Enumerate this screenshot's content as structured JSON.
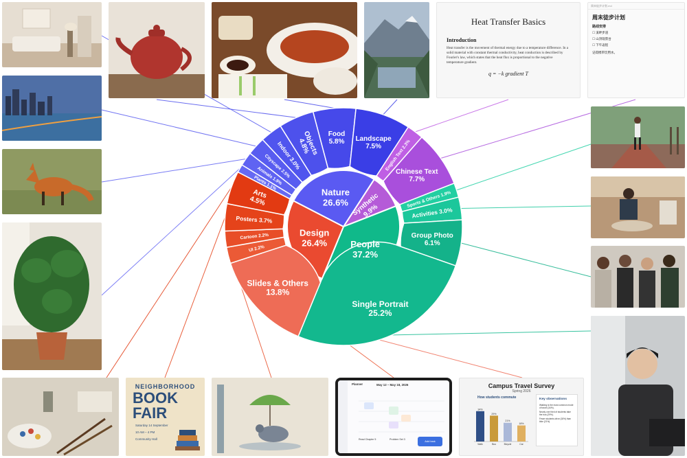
{
  "chart_data": {
    "type": "sunburst",
    "title": "",
    "inner": [
      {
        "name": "People",
        "value": 37.2,
        "color": "#10b98a"
      },
      {
        "name": "Design",
        "value": 26.4,
        "color": "#ea4a30"
      },
      {
        "name": "Nature",
        "value": 26.6,
        "color": "#5a5af2"
      },
      {
        "name": "Synthetic",
        "value": 9.9,
        "color": "#b55bd8"
      }
    ],
    "outer": [
      {
        "name": "Single Portrait",
        "value": 25.2,
        "parent": "People",
        "color": "#13b88e"
      },
      {
        "name": "Group Photo",
        "value": 6.1,
        "parent": "People",
        "color": "#14b28a"
      },
      {
        "name": "Activities",
        "value": 3.0,
        "parent": "People",
        "color": "#1cc79b"
      },
      {
        "name": "Sports & Others",
        "value": 1.9,
        "parent": "People",
        "color": "#22cfa2"
      },
      {
        "name": "Chinese Text",
        "value": 7.7,
        "parent": "Synthetic",
        "color": "#a94fdc"
      },
      {
        "name": "English Text",
        "value": 2.3,
        "parent": "Synthetic",
        "color": "#bf5fe4"
      },
      {
        "name": "Landscape",
        "value": 7.5,
        "parent": "Nature",
        "color": "#3a3ee6"
      },
      {
        "name": "Food",
        "value": 5.8,
        "parent": "Nature",
        "color": "#4649ea"
      },
      {
        "name": "Objects",
        "value": 4.8,
        "parent": "Nature",
        "color": "#4d51ec"
      },
      {
        "name": "Indoor",
        "value": 3.0,
        "parent": "Nature",
        "color": "#5055ee"
      },
      {
        "name": "Cityscape",
        "value": 2.5,
        "parent": "Nature",
        "color": "#585cf0"
      },
      {
        "name": "Animals",
        "value": 1.9,
        "parent": "Nature",
        "color": "#5f63f2"
      },
      {
        "name": "Plants",
        "value": 1.1,
        "parent": "Nature",
        "color": "#6669f3"
      },
      {
        "name": "Arts",
        "value": 4.5,
        "parent": "Design",
        "color": "#e23a12"
      },
      {
        "name": "Posters",
        "value": 3.7,
        "parent": "Design",
        "color": "#e5431a"
      },
      {
        "name": "Cartoon",
        "value": 2.2,
        "parent": "Design",
        "color": "#e84e28"
      },
      {
        "name": "UI",
        "value": 2.2,
        "parent": "Design",
        "color": "#eb5a36"
      },
      {
        "name": "Slides & Others",
        "value": 13.8,
        "parent": "Design",
        "color": "#ee6c56"
      }
    ]
  },
  "thumbs": {
    "doc": {
      "title": "Heat Transfer Basics",
      "section": "Introduction",
      "body": "Heat transfer is the movement of thermal energy due to a temperature difference. In a solid material with constant thermal conductivity, heat conduction is described by Fourier's law, which states that the heat flux is proportional to the negative temperature gradient.",
      "equation": "q = −k gradient T"
    },
    "note": {
      "bar": "周末徒步计划.md",
      "title": "周末徒步计划",
      "subtitle": "路线安排",
      "items": [
        "溪畔步道",
        "山顶观景台",
        "下午返程"
      ],
      "footer": "记得携带饮用水。"
    },
    "fair": {
      "neighborhood": "NEIGHBORHOOD",
      "book": "BOOK",
      "fair": "FAIR",
      "date": "Saturday 14 September",
      "time": "10 AM – 4 PM",
      "place": "Community Hall"
    },
    "survey": {
      "title": "Campus Travel Survey",
      "subtitle": "Spring 2026",
      "chart_title": "How students commute",
      "obs_title": "Key observations",
      "obs": [
        "Walking is the most common mode of travel (34%).",
        "Nearly one third of students take the bus (29%).",
        "Fewer students drive (18%) than bike (21%)."
      ],
      "bars": [
        {
          "label": "Walk",
          "value": 34,
          "color": "#2f4f86"
        },
        {
          "label": "Bus",
          "value": 29,
          "color": "#c99a3a"
        },
        {
          "label": "Bicycle",
          "value": 21,
          "color": "#aab8d8"
        },
        {
          "label": "Car",
          "value": 18,
          "color": "#e0b060"
        }
      ]
    },
    "planner": {
      "title": "Planner",
      "range": "May 12 – May 18, 2026",
      "task1": "Read Chapter 5",
      "task2": "Problem Set 3",
      "add": "Add task"
    }
  },
  "colors": {
    "people": "#10b98a",
    "design": "#ea4a30",
    "nature": "#5a5af2",
    "synthetic": "#b55bd8"
  }
}
